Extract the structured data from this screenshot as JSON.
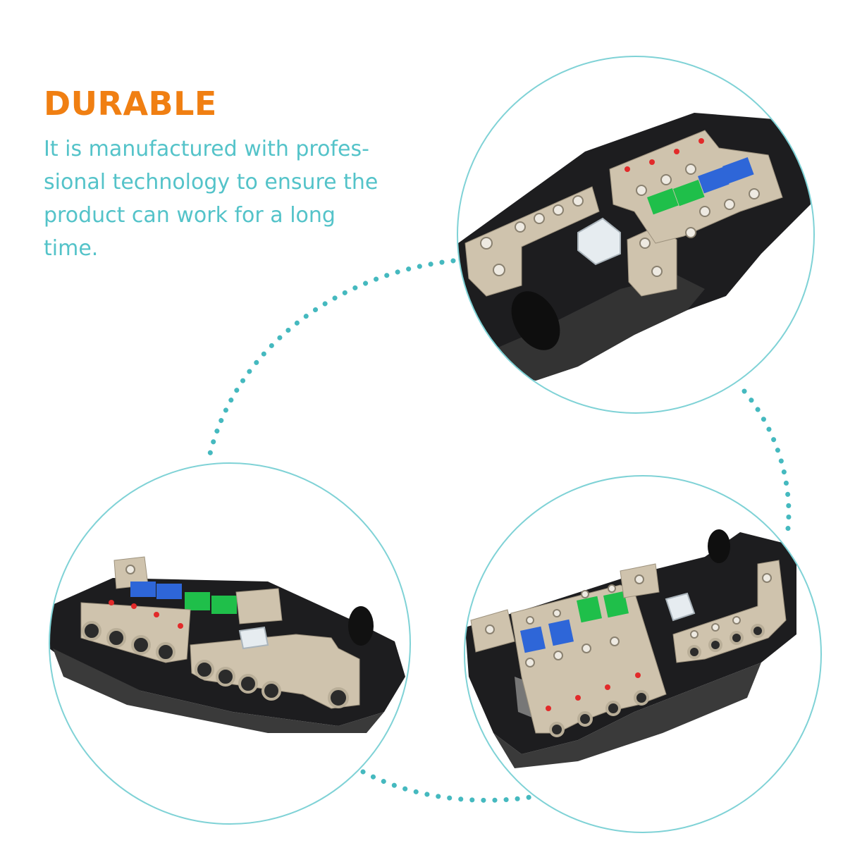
{
  "headline": "DURABLE",
  "description_lines": [
    "It is manufactured with profes-",
    "sional technology to ensure the",
    "product can work for a long",
    "time."
  ],
  "colors": {
    "headline": "#f07f12",
    "body_text": "#54c3c9",
    "circle_border": "#7fd2d6",
    "dotted_path": "#45b9bf",
    "housing": "#1d1d1f",
    "terminal_metal": "#cfc3ad",
    "fuse_green": "#1fbf4a",
    "fuse_blue": "#2e66d8",
    "indicator_red": "#e22a2a"
  },
  "photos": [
    {
      "name": "photo-top-right",
      "subject": "fuse-distribution-block"
    },
    {
      "name": "photo-bottom-left",
      "subject": "fuse-distribution-block"
    },
    {
      "name": "photo-bottom-right",
      "subject": "fuse-distribution-block"
    }
  ]
}
